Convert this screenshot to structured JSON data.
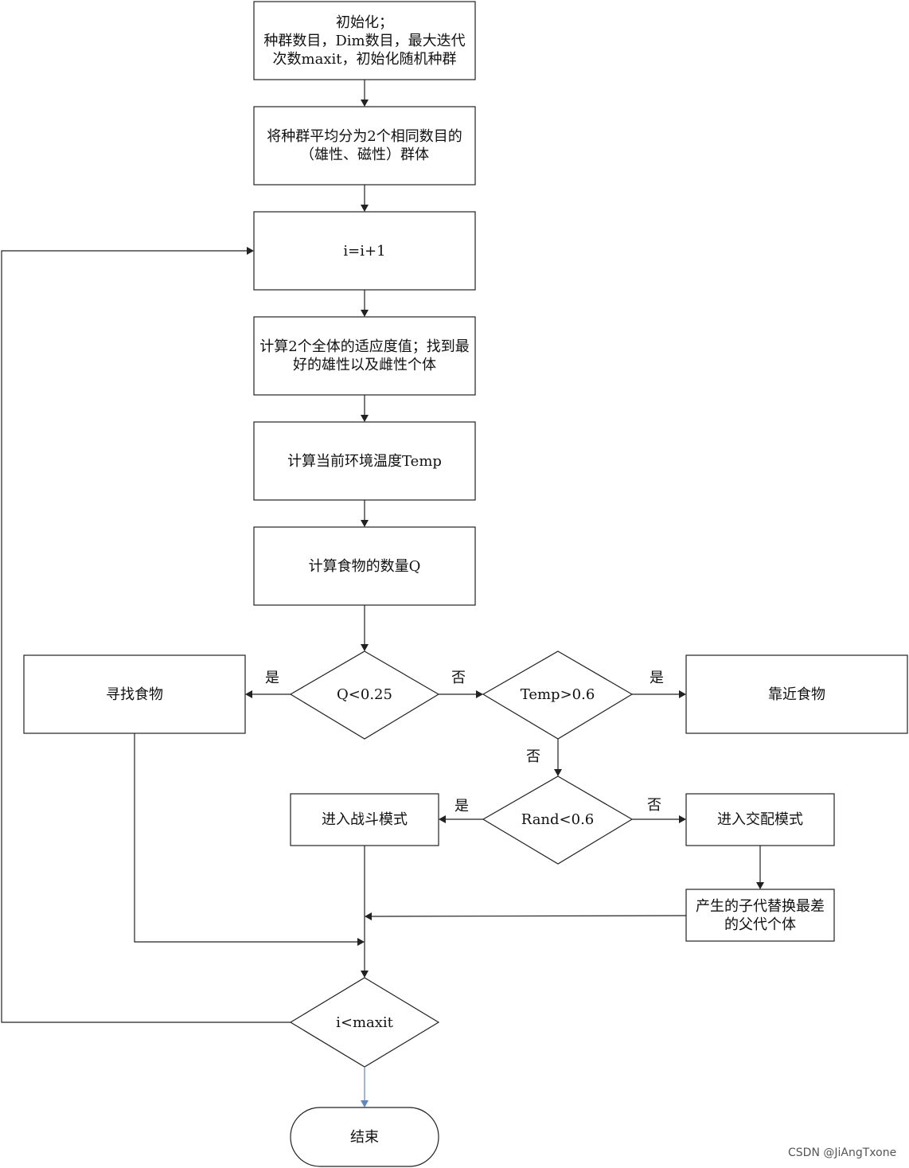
{
  "nodes": {
    "init": "初始化；\n种群数目，Dim数目，最大迭代\n次数maxit，初始化随机种群",
    "split": "将种群平均分为2个相同数目的\n（雄性、磁性）群体",
    "increment": "i=i+1",
    "fitness": "计算2个全体的适应度值；找到最\n好的雄性以及雌性个体",
    "temperature": "计算当前环境温度Temp",
    "food": "计算食物的数量Q",
    "cond_q": "Q<0.25",
    "search_food": "寻找食物",
    "cond_temp": "Temp>0.6",
    "approach_food": "靠近食物",
    "cond_rand": "Rand<0.6",
    "fight_mode": "进入战斗模式",
    "mating_mode": "进入交配模式",
    "offspring": "产生的子代替换最差\n的父代个体",
    "cond_maxit": "i<maxit",
    "end": "结束"
  },
  "edge_labels": {
    "q_yes": "是",
    "q_no": "否",
    "temp_yes": "是",
    "temp_no": "否",
    "rand_yes": "是",
    "rand_no": "否"
  },
  "watermark": "CSDN @JiAngTxone"
}
